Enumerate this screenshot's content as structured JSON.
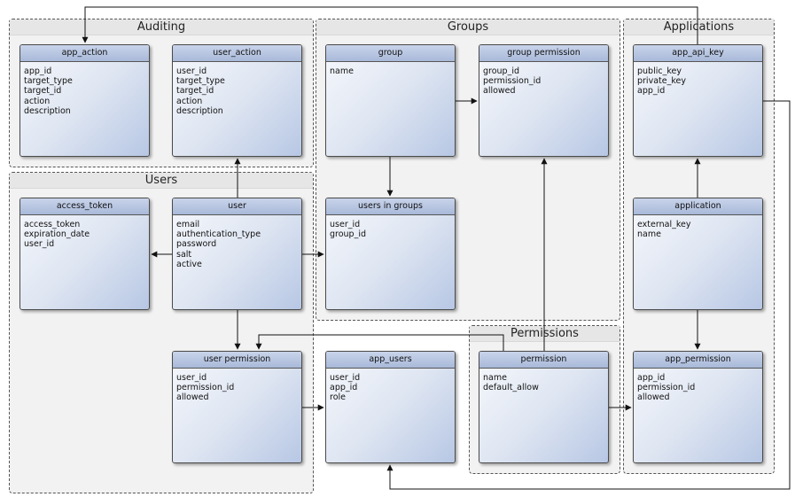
{
  "groups": {
    "auditing": "Auditing",
    "users": "Users",
    "groups": "Groups",
    "applications": "Applications",
    "permissions": "Permissions"
  },
  "entities": {
    "app_action": {
      "title": "app_action",
      "fields": [
        "app_id",
        "target_type",
        "target_id",
        "action",
        "description"
      ]
    },
    "user_action": {
      "title": "user_action",
      "fields": [
        "user_id",
        "target_type",
        "target_id",
        "action",
        "description"
      ]
    },
    "group": {
      "title": "group",
      "fields": [
        "name"
      ]
    },
    "group_permission": {
      "title": "group permission",
      "fields": [
        "group_id",
        "permission_id",
        "allowed"
      ]
    },
    "app_api_key": {
      "title": "app_api_key",
      "fields": [
        "public_key",
        "private_key",
        "app_id"
      ]
    },
    "access_token": {
      "title": "access_token",
      "fields": [
        "access_token",
        "expiration_date",
        "user_id"
      ]
    },
    "user": {
      "title": "user",
      "fields": [
        "email",
        "authentication_type",
        "password",
        "salt",
        "active"
      ]
    },
    "users_in_groups": {
      "title": "users in groups",
      "fields": [
        "user_id",
        "group_id"
      ]
    },
    "application": {
      "title": "application",
      "fields": [
        "external_key",
        "name"
      ]
    },
    "user_permission": {
      "title": "user permission",
      "fields": [
        "user_id",
        "permission_id",
        "allowed"
      ]
    },
    "app_users": {
      "title": "app_users",
      "fields": [
        "user_id",
        "app_id",
        "role"
      ]
    },
    "permission": {
      "title": "permission",
      "fields": [
        "name",
        "default_allow"
      ]
    },
    "app_permission": {
      "title": "app_permission",
      "fields": [
        "app_id",
        "permission_id",
        "allowed"
      ]
    }
  }
}
